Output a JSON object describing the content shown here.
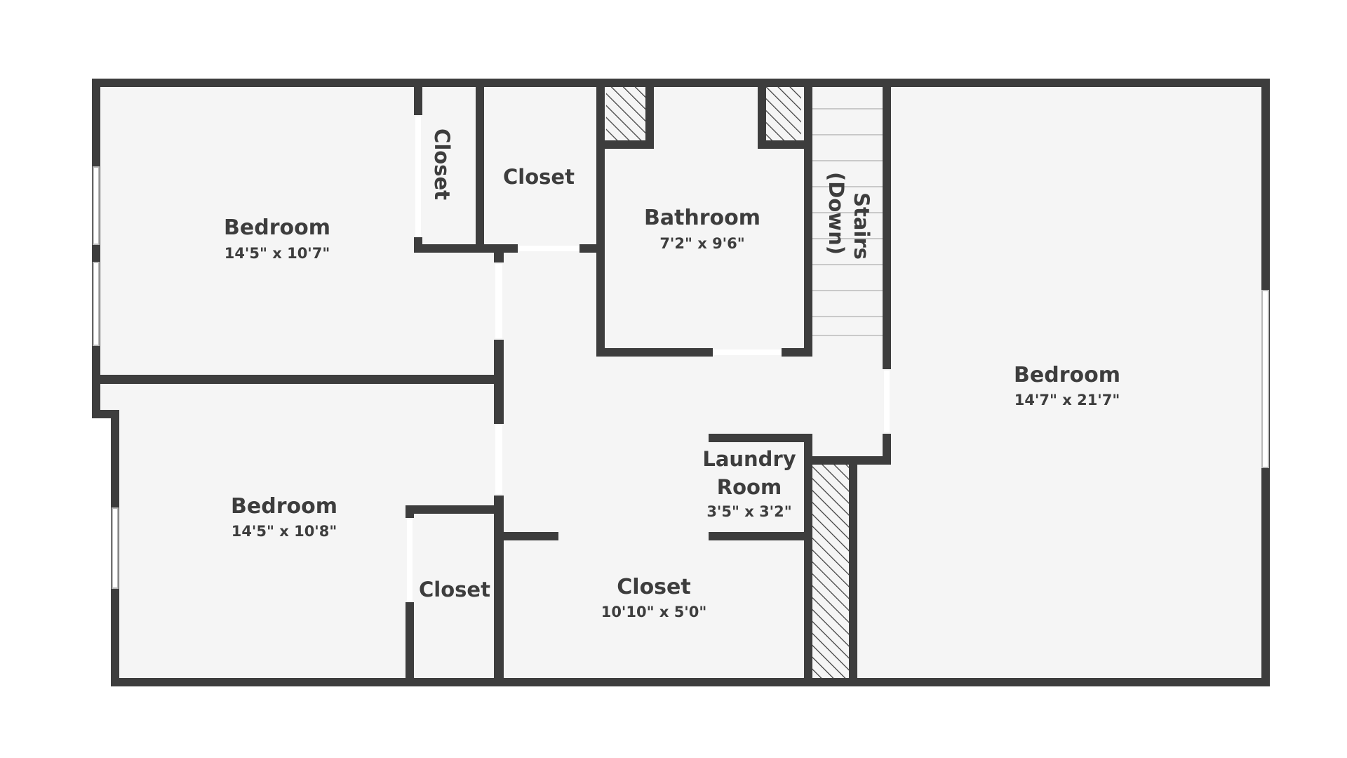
{
  "colors": {
    "wall": "#3d3d3d",
    "floor": "#f5f5f5",
    "text": "#3d3d3d",
    "background": "#ffffff"
  },
  "rooms": {
    "bedroom_top_left": {
      "name": "Bedroom",
      "dims": "14'5\" x 10'7\""
    },
    "closet_vertical": {
      "name": "Closet"
    },
    "closet_top": {
      "name": "Closet"
    },
    "bathroom": {
      "name": "Bathroom",
      "dims": "7'2\" x 9'6\""
    },
    "stairs": {
      "name": "Stairs",
      "sub": "(Down)"
    },
    "bedroom_right": {
      "name": "Bedroom",
      "dims": "14'7\" x 21'7\""
    },
    "bedroom_bottom_left": {
      "name": "Bedroom",
      "dims": "14'5\" x 10'8\""
    },
    "closet_small": {
      "name": "Closet"
    },
    "laundry": {
      "name_line1": "Laundry",
      "name_line2": "Room",
      "dims": "3'5\" x 3'2\""
    },
    "closet_large": {
      "name": "Closet",
      "dims": "10'10\" x 5'0\""
    }
  }
}
